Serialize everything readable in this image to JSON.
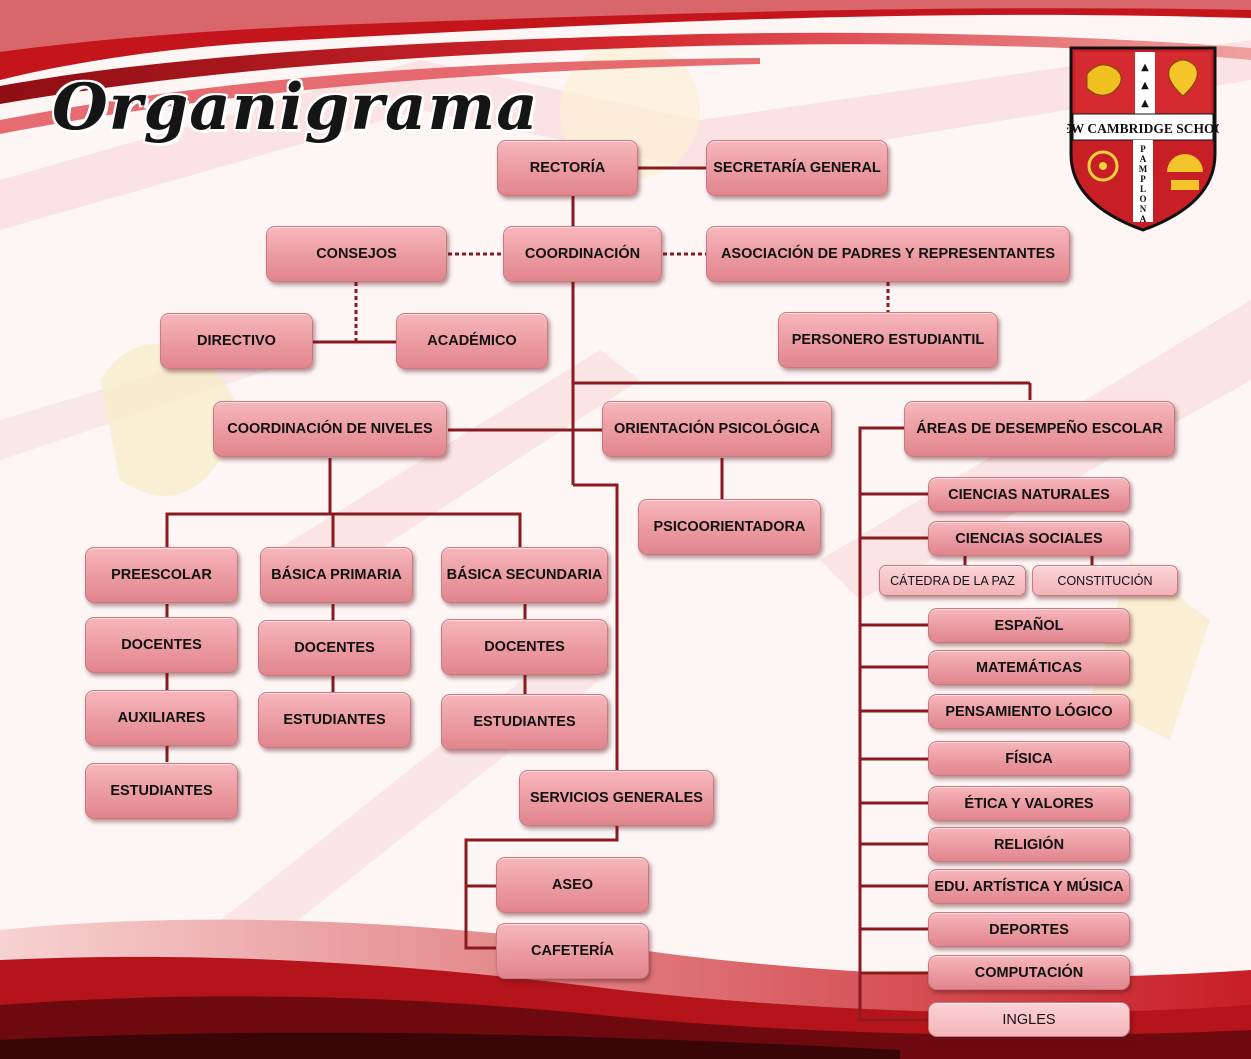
{
  "title": "Organigrama",
  "crest": {
    "name": "NEW CAMBRIDGE SCHOOL",
    "letters": [
      "P",
      "A",
      "M",
      "P",
      "L",
      "O",
      "N",
      "A"
    ]
  },
  "colors": {
    "line": "#8a1a1f",
    "box_top": "#f6b7bc",
    "box_bottom": "#e1858d",
    "wave_red": "#b5141b"
  },
  "nodes": {
    "rectoria": "RECTORÍA",
    "secretaria": "SECRETARÍA GENERAL",
    "consejos": "CONSEJOS",
    "coordinacion": "COORDINACIÓN",
    "asociacion": "ASOCIACIÓN DE PADRES Y REPRESENTANTES",
    "directivo": "DIRECTIVO",
    "academico": "ACADÉMICO",
    "personero": "PERSONERO ESTUDIANTIL",
    "coord_niveles": "COORDINACIÓN DE NIVELES",
    "orientacion": "ORIENTACIÓN PSICOLÓGICA",
    "areas": "ÁREAS DE DESEMPEÑO ESCOLAR",
    "psicoorientadora": "PSICOORIENTADORA",
    "preescolar": "PREESCOLAR",
    "basica_primaria": "BÁSICA PRIMARIA",
    "basica_secundaria": "BÁSICA SECUNDARIA",
    "pre_docentes": "DOCENTES",
    "pre_auxiliares": "AUXILIARES",
    "pre_estudiantes": "ESTUDIANTES",
    "pri_docentes": "DOCENTES",
    "pri_estudiantes": "ESTUDIANTES",
    "sec_docentes": "DOCENTES",
    "sec_estudiantes": "ESTUDIANTES",
    "servicios": "SERVICIOS GENERALES",
    "aseo": "ASEO",
    "cafeteria": "CAFETERÍA",
    "ciencias_naturales": "CIENCIAS NATURALES",
    "ciencias_sociales": "CIENCIAS SOCIALES",
    "catedra_paz": "CÁTEDRA DE LA PAZ",
    "constitucion": "CONSTITUCIÓN",
    "espanol": "ESPAÑOL",
    "matematicas": "MATEMÁTICAS",
    "pensamiento": "PENSAMIENTO LÓGICO",
    "fisica": "FÍSICA",
    "etica": "ÉTICA Y VALORES",
    "religion": "RELIGIÓN",
    "artistica": "EDU. ARTÍSTICA Y MÚSICA",
    "deportes": "DEPORTES",
    "computacion": "COMPUTACIÓN",
    "ingles": "INGLES"
  }
}
